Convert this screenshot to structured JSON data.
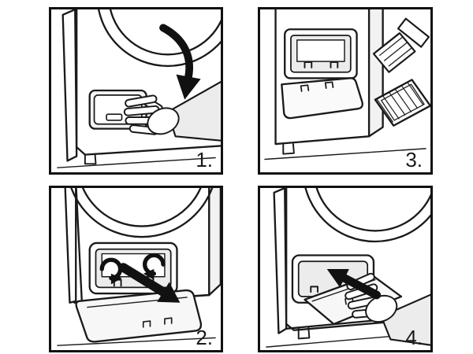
{
  "figure": {
    "type": "appliance-manual-instruction-steps",
    "background": "#ffffff",
    "line_color": "#1a1a1a",
    "panel_border_color": "#111111"
  },
  "panels": [
    {
      "id": "step-1",
      "step_label": "1.",
      "illustration": "hand-presses-service-flap, curved arrow down"
    },
    {
      "id": "step-3",
      "step_label": "3.",
      "illustration": "opening exposed, cover leaning below, brush and hatched condenser at right"
    },
    {
      "id": "step-2",
      "step_label": "2.",
      "illustration": "two clips turned with curved arrows, cover pulled out along thick arrow"
    },
    {
      "id": "step-4",
      "step_label": "4.",
      "illustration": "hand refits cover, thick arrow up-left into opening"
    }
  ]
}
